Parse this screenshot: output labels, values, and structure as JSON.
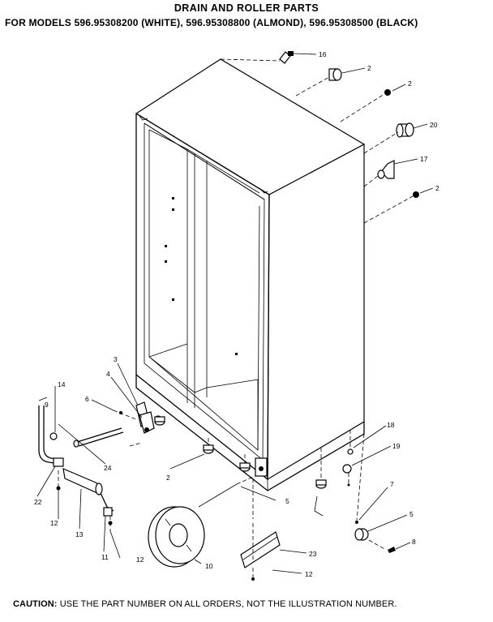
{
  "header": {
    "title": "DRAIN AND ROLLER PARTS",
    "subtitle": "FOR MODELS 596.95308200 (WHITE), 596.95308800 (ALMOND), 596.95308500 (BLACK)"
  },
  "footer": {
    "caution_label": "CAUTION:",
    "caution_text": "USE THE PART NUMBER ON ALL ORDERS, NOT THE ILLUSTRATION NUMBER."
  },
  "callouts": {
    "part_16": "16",
    "part_2_top": "2",
    "part_2_right": "2",
    "part_20": "20",
    "part_17": "17",
    "part_2_mid": "2",
    "part_3": "3",
    "part_4": "4",
    "part_6": "6",
    "part_14": "14",
    "part_9": "9",
    "part_24": "24",
    "part_22": "22",
    "part_12_a": "12",
    "part_13": "13",
    "part_11": "11",
    "part_12_b": "12",
    "part_10": "10",
    "part_2_low": "2",
    "part_5_center": "5",
    "part_18": "18",
    "part_19": "19",
    "part_7": "7",
    "part_5_right": "5",
    "part_8": "8",
    "part_23": "23",
    "part_12_c": "12"
  }
}
